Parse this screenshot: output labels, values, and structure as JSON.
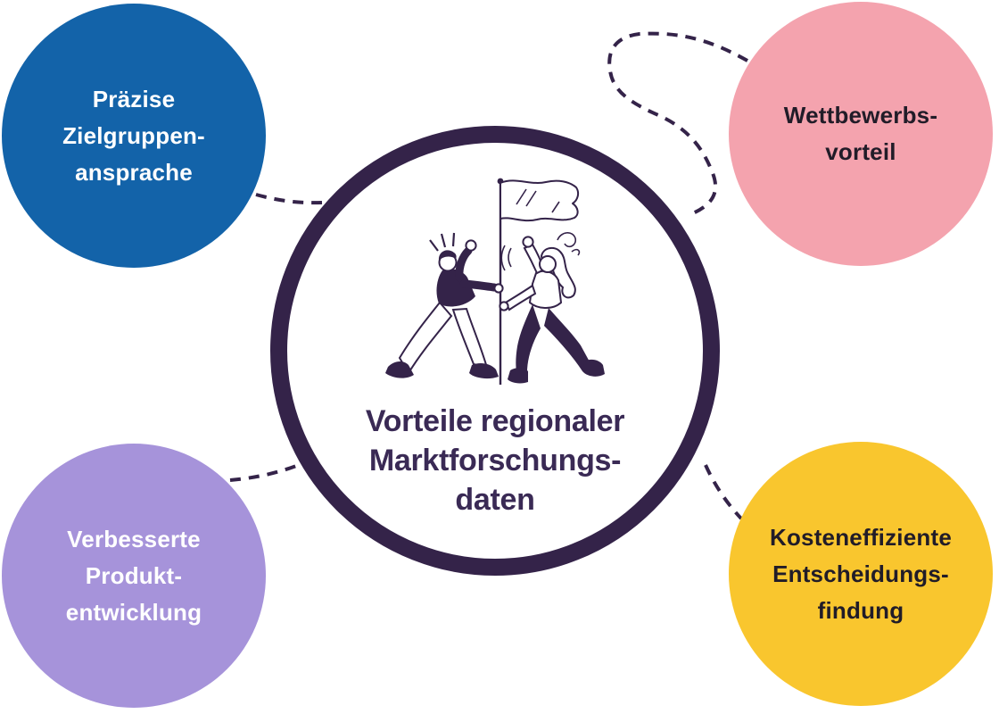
{
  "colors": {
    "ink": "#342349",
    "title_text": "#3a2a55",
    "background": "#ffffff",
    "blue": "#1363a9",
    "pink": "#f4a3ae",
    "lavender": "#a693da",
    "yellow": "#f9c62e",
    "light_text": "#ffffff",
    "dark_text": "#211c28"
  },
  "center": {
    "lines": [
      "Vorteile regionaler",
      "Marktforschungs-",
      "daten"
    ],
    "illustration": "two-people-raising-flag"
  },
  "nodes": [
    {
      "id": "praezise-zielgruppenansprache",
      "lines": [
        "Präzise",
        "Zielgruppen-",
        "ansprache"
      ],
      "color": "#1363a9",
      "text_color": "#ffffff"
    },
    {
      "id": "wettbewerbsvorteil",
      "lines": [
        "Wettbewerbs-",
        "vorteil",
        ""
      ],
      "color": "#f4a3ae",
      "text_color": "#211c28"
    },
    {
      "id": "verbesserte-produktentwicklung",
      "lines": [
        "Verbesserte",
        "Produkt-",
        "entwicklung"
      ],
      "color": "#a693da",
      "text_color": "#ffffff"
    },
    {
      "id": "kosteneffiziente-entscheidungsfindung",
      "lines": [
        "Kosteneffiziente",
        "Entscheidungs-",
        "findung"
      ],
      "color": "#f9c62e",
      "text_color": "#211c28"
    }
  ]
}
